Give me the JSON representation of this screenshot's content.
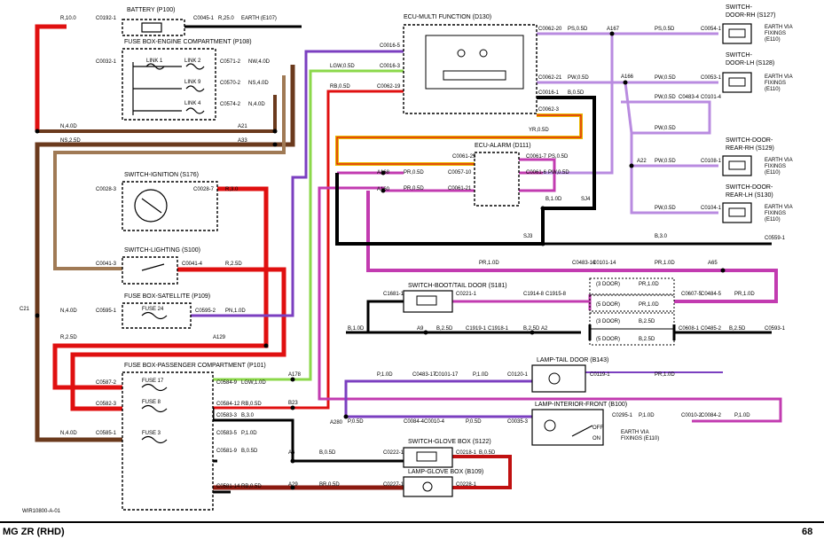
{
  "components": {
    "battery": "BATTERY (P100)",
    "fuse_engine": "FUSE BOX-ENGINE COMPARTMENT (P108)",
    "ecu_multi": "ECU-MULTI FUNCTION (D130)",
    "ecu_alarm": "ECU-ALARM (D111)",
    "switch_ignition": "SWITCH-IGNITION (S176)",
    "switch_lighting": "SWITCH-LIGHTING (S100)",
    "fuse_satellite": "FUSE BOX-SATELLITE (P109)",
    "fuse_passenger": "FUSE BOX-PASSENGER COMPARTMENT (P101)",
    "switch_boot": "SWITCH-BOOT/TAIL DOOR (S181)",
    "lamp_tail": "LAMP-TAIL DOOR (B143)",
    "lamp_interior": "LAMP-INTERIOR-FRONT (B100)",
    "switch_glove": "SWITCH-GLOVE BOX (S122)",
    "lamp_glove": "LAMP-GLOVE BOX (B109)",
    "door_rh_1": "SWITCH-",
    "door_rh_2": "DOOR-RH (S127)",
    "door_lh_1": "SWITCH-",
    "door_lh_2": "DOOR-LH (S128)",
    "rear_rh_1": "SWITCH-DOOR-",
    "rear_rh_2": "REAR-RH (S129)",
    "rear_lh_1": "SWITCH-DOOR-",
    "rear_lh_2": "REAR-LH (S130)"
  },
  "earth": {
    "e107": "EARTH (E107)",
    "via1": "EARTH VIA",
    "via2": "FIXINGS",
    "e110": "(E110)",
    "lamp_via": "EARTH VIA",
    "lamp_fix": "FIXINGS (E110)"
  },
  "links": [
    "LINK 1",
    "LINK 2",
    "LINK 9",
    "LINK 4"
  ],
  "fuses": [
    "FUSE 24",
    "FUSE 17",
    "FUSE 8",
    "FUSE 3"
  ],
  "lamp_switch": {
    "off": "OFF",
    "on": "ON"
  },
  "door_options": {
    "three": "(3 DOOR)",
    "five": "(5 DOOR)"
  },
  "splices": [
    "A21",
    "A33",
    "C21",
    "A129",
    "A178",
    "B23",
    "A6",
    "A29",
    "A280",
    "A167",
    "A166",
    "A22",
    "A168",
    "A160",
    "SJ4",
    "SJ3",
    "A65",
    "A9",
    "A2"
  ],
  "connectors": [
    "C0192-1",
    "C0045-1",
    "C0032-1",
    "C0571-2",
    "C0570-2",
    "C0574-2",
    "C0016-5",
    "C0016-3",
    "C0062-19",
    "C0062-20",
    "C0062-21",
    "C0016-1",
    "C0062-3",
    "C0054-1",
    "C0053-1",
    "C0483-4",
    "C0101-4",
    "C0108-1",
    "C0104-1",
    "C0061-25",
    "C0061-7",
    "C0057-10",
    "C0061-6",
    "C0061-21",
    "C0028-3",
    "C0028-7",
    "C0041-3",
    "C0041-4",
    "C0595-1",
    "C0595-2",
    "C0587-2",
    "C0584-9",
    "C0582-3",
    "C0584-12",
    "C0583-3",
    "C0583-5",
    "C0585-1",
    "C0581-9",
    "C0581-14",
    "C1681-1",
    "C0221-1",
    "C1914-8",
    "C1915-8",
    "C0607-5",
    "C0484-5",
    "C1919-1",
    "C1918-1",
    "C0608-1",
    "C0485-2",
    "C0593-1",
    "C0559-1",
    "C0483-14",
    "C0101-14",
    "C0483-17",
    "C0101-17",
    "C0120-1",
    "C0119-1",
    "C0084-4",
    "C0010-4",
    "C0035-3",
    "C0295-1",
    "C0010-2",
    "C0084-2",
    "C0222-1",
    "C0218-1",
    "C0227-1",
    "C0228-1"
  ],
  "wires": [
    "R,10.0",
    "R,25.0",
    "NW,4.0D",
    "NS,4.0D",
    "N,4.0D",
    "NS,2.5D",
    "R,3.0",
    "R,2.5D",
    "PN,1.0D",
    "R,2.5D",
    "LGW,1.0D",
    "RB,0.5D",
    "B,3.0",
    "P,1.0D",
    "B,0.5D",
    "BR,0.5D",
    "LGW,0.5D",
    "PS,0.5D",
    "PW,0.5D",
    "B,0.5D",
    "YR,0.5D",
    "PR,0.5D",
    "B,1.0D",
    "PR,1.0D",
    "B,2.5D",
    "P,0.5D",
    "P,1.0D"
  ],
  "footer": {
    "title": "MG ZR (RHD)",
    "page": "68",
    "doc_id": "WIR10800-A-01"
  }
}
